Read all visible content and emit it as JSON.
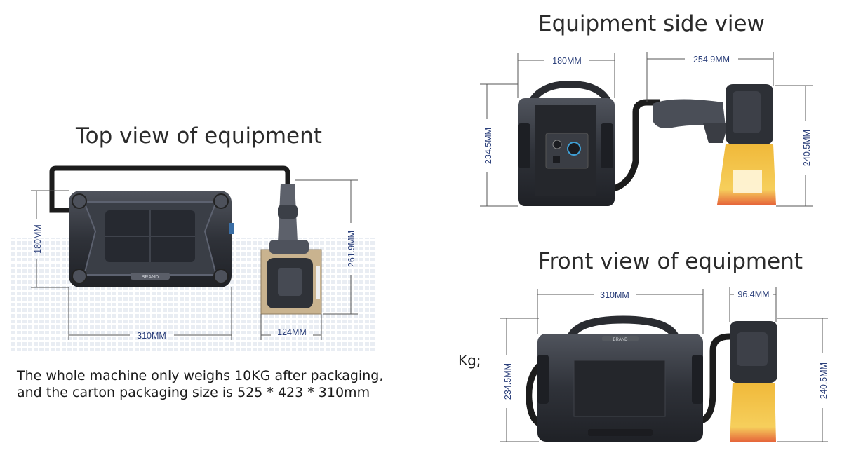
{
  "titles": {
    "top": "Top view of equipment",
    "side": "Equipment side view",
    "front": "Front view of equipment"
  },
  "caption": {
    "line1": "The whole machine only weighs 10KG after packaging,",
    "line2": "and the carton packaging size is 525 * 423 * 310mm"
  },
  "stray_text": "Kg;",
  "brand_label": "BRAND",
  "dimensions": {
    "top": {
      "height_unit": "180MM",
      "height_total": "261.9MM",
      "width_unit": "310MM",
      "width_head": "124MM"
    },
    "side": {
      "depth_unit": "180MM",
      "head_span": "254.9MM",
      "height_unit": "234.5MM",
      "height_head": "240.5MM"
    },
    "front": {
      "width_unit": "310MM",
      "width_head": "96.4MM",
      "height_unit": "234.5MM",
      "height_head": "240.5MM"
    }
  },
  "colors": {
    "body_dark": "#2e3138",
    "body_mid": "#4a4e57",
    "shield_amber": "#f3c24a",
    "dim_text": "#2b3f7a"
  },
  "icons": [
    "laser-marking-machine",
    "handheld-laser-head",
    "amber-safety-shield",
    "power-button-icon",
    "connector-port-icon"
  ]
}
